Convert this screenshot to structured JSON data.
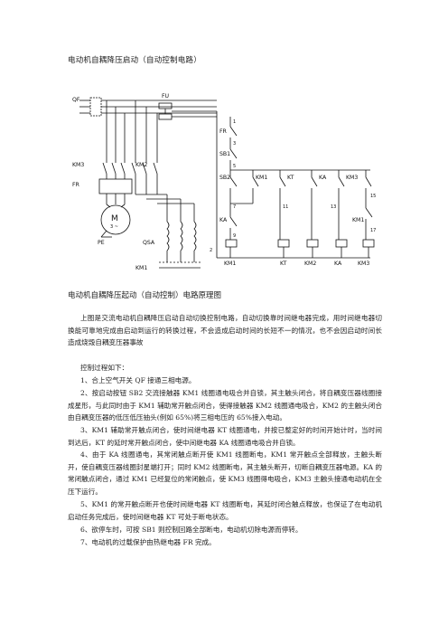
{
  "doc": {
    "title": "电动机自耦降压启动（自动控制电路）",
    "caption": "电动机自耦降压起动（自动控制）电路原理图",
    "paragraphs": [
      "上图是交流电动机自耦降压启动自动切换控制电路，自动切换靠时间继电器完成，用时间继电器切换能可靠地完成由启动到运行的转换过程，不会造成启动时间的长短不一的情况，也不会因启动时间长造成烧毁自耦变压器事故",
      "控制过程如下：",
      "1、合上空气开关 QF 接通三相电源。",
      "2、按启动按钮 SB2 交流接触器 KM1 线圈通电吸合并自锁，其主触头闭合，将自耦变压器线圈接成星形，与此同时由于 KM1 辅助常开触点闭合，使得接触器 KM2 线圈通电吸合，KM2 的主触头闭合由自耦变压器的低压低压抽头(例如 65%)将三相电压的 65%接入电动。",
      "3、KM1 辅助常开触点闭合，使时间继电器 KT 线圈通电，并按已整定好的时间开始计时，当时间到达后，KT 的延时常开触点闭合，使中间继电器 KA 线圈通电吸合并自锁。",
      "4、由于 KA 线圈通电，其常闭触点断开使 KM1 线圈断电，KM1 常开触点全部释放，主触头断开，使自耦变压器线圈封星端打开；同时 KM2 线圈断电，其主触头断开，切断自耦变压器电源。KA 的常闭触点闭合，通过 KM1 已经复位的常闭触点，使 KM3 线圈得电吸合，KM3 主触头接通电动机在全压下运行。",
      "5、KM1 的常开触点断开也使时间继电器 KT 线圈断电，其延时闭合触点释放，也保证了在电动机启动任务完成后，使时间继电器 KT 可处于断电状态。",
      "6、欲停车时，可按 SB1 则控制回路全部断电，电动机切除电源而停转。",
      "7、电动机的过载保护由热继电器 FR 完成。"
    ]
  },
  "diagram_labels": {
    "qf": "QF",
    "fu": "FU",
    "fr_top": "FR",
    "sb1": "SB1",
    "sb2": "SB2",
    "km1": "KM1",
    "kt": "KT",
    "ka": "KA",
    "km3": "KM3",
    "km2": "KM2",
    "fr": "FR",
    "motor_m": "M",
    "motor_sub": "3 ~",
    "pe": "PE",
    "qsa": "QSA",
    "n1": "1",
    "n2": "2",
    "n3": "3",
    "n5": "5",
    "n7": "7",
    "n9": "9",
    "n11": "11",
    "n13": "13",
    "n15": "15",
    "n17": "17",
    "bot_km1": "KM1",
    "bot_kt": "KT",
    "bot_km2": "KM2",
    "bot_ka": "KA",
    "bot_km3": "KM3",
    "ka_lower": "KA",
    "km1_lower": "KM1",
    "km1_lower2": "KM1"
  }
}
